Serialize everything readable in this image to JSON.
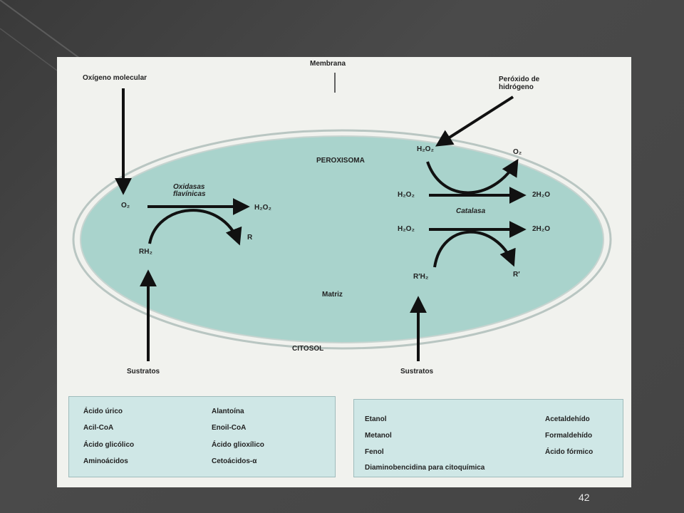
{
  "diagram": {
    "membrane_label": "Membrana",
    "peroxisome_label": "PEROXISOMA",
    "matrix_label": "Matriz",
    "cytosol_label": "CITOSOL",
    "oxygen_source": "Oxígeno molecular",
    "peroxide_source": "Peróxido de hidrógeno",
    "left_reaction": {
      "enzyme": "Oxidasas flavínicas",
      "o2": "O₂",
      "h2o2": "H₂O₂",
      "rh2": "RH₂",
      "r": "R",
      "substrates": "Sustratos"
    },
    "right_reaction": {
      "enzyme": "Catalasa",
      "h2o2_top": "H₂O₂",
      "o2": "O₂",
      "h2o2_mid": "H₂O₂",
      "h2o_mid": "2H₂O",
      "h2o2_low": "H₂O₂",
      "h2o_low": "2H₂O",
      "rh2": "R′H₂",
      "r": "R′",
      "substrates": "Sustratos"
    }
  },
  "left_table": {
    "rows": [
      [
        "Ácido úrico",
        "Alantoína"
      ],
      [
        "Acil-CoA",
        "Enoil-CoA"
      ],
      [
        "Ácido glicólico",
        "Ácido glioxílico"
      ],
      [
        "Aminoácidos",
        "Cetoácidos-α"
      ]
    ]
  },
  "right_table": {
    "rows": [
      [
        "Etanol",
        "Acetaldehído"
      ],
      [
        "Metanol",
        "Formaldehído"
      ],
      [
        "Fenol",
        "Ácido fórmico"
      ],
      [
        "Diaminobencidina para citoquímica",
        ""
      ]
    ]
  },
  "slide": {
    "page_number": "42"
  },
  "colors": {
    "peroxisome_fill": "#a9d3cc",
    "table_fill": "#cfe7e6",
    "background": "#444444"
  }
}
